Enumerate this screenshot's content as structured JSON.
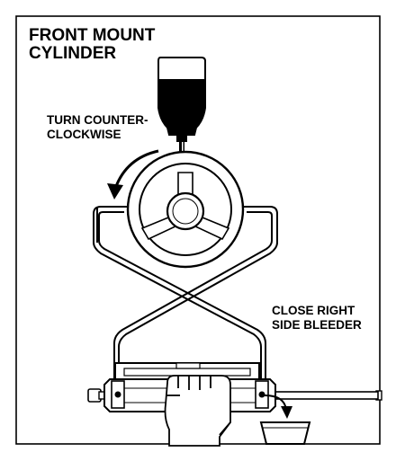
{
  "title": {
    "line1": "FRONT MOUNT",
    "line2": "CYLINDER"
  },
  "instruction_turn": {
    "line1": "TURN COUNTER-",
    "line2": "CLOCKWISE"
  },
  "instruction_bleeder": {
    "line1": "CLOSE RIGHT",
    "line2": "SIDE BLEEDER"
  },
  "colors": {
    "ink": "#000000",
    "background": "#ffffff"
  },
  "icons": [
    "oil-bottle-icon",
    "steering-wheel-icon",
    "rotation-arrow-icon",
    "hydraulic-cylinder-icon",
    "hand-icon",
    "drain-cup-icon",
    "drip-arrow-icon"
  ]
}
